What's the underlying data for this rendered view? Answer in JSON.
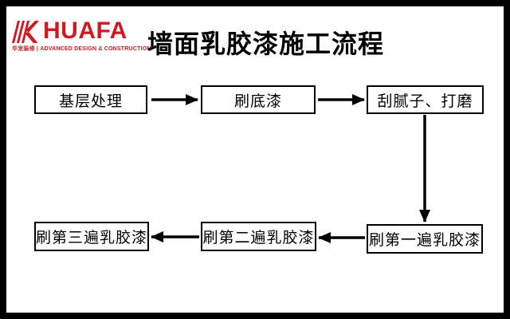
{
  "logo": {
    "brand": "HUAFA",
    "tagline": "华发装修 | ADVANCED DESIGN & CONSTRUCTION",
    "icon": "huafa-k-logo"
  },
  "header": {
    "title": "墙面乳胶漆施工流程"
  },
  "flowchart": {
    "nodes": [
      {
        "id": "n1",
        "label": "基层处理"
      },
      {
        "id": "n2",
        "label": "刷底漆"
      },
      {
        "id": "n3",
        "label": "刮腻子、打磨"
      },
      {
        "id": "n4",
        "label": "刷第一遍乳胶漆"
      },
      {
        "id": "n5",
        "label": "刷第二遍乳胶漆"
      },
      {
        "id": "n6",
        "label": "刷第三遍乳胶漆"
      }
    ],
    "edges": [
      {
        "from": "基层处理",
        "to": "刷底漆"
      },
      {
        "from": "刷底漆",
        "to": "刮腻子、打磨"
      },
      {
        "from": "刮腻子、打磨",
        "to": "刷第一遍乳胶漆"
      },
      {
        "from": "刷第一遍乳胶漆",
        "to": "刷第二遍乳胶漆"
      },
      {
        "from": "刷第二遍乳胶漆",
        "to": "刷第三遍乳胶漆"
      }
    ]
  },
  "colors": {
    "accent_red": "#CE1A20",
    "frame": "#000000",
    "box_border": "#000000",
    "background": "#FFFFFF",
    "text": "#000000"
  }
}
